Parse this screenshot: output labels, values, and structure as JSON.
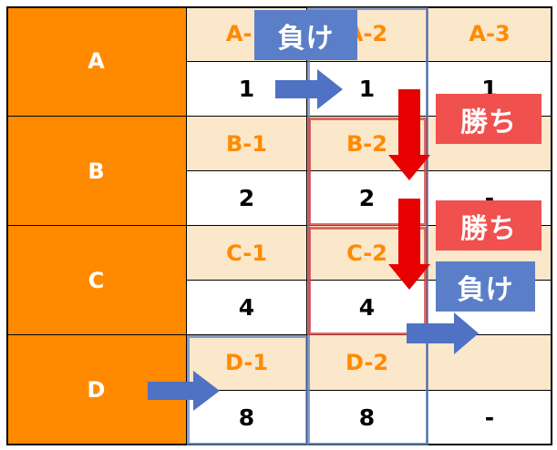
{
  "rows": [
    {
      "label": "A",
      "cells": [
        {
          "label": "A-1",
          "value": "1"
        },
        {
          "label": "A-2",
          "value": "1"
        },
        {
          "label": "A-3",
          "value": "1"
        }
      ]
    },
    {
      "label": "B",
      "cells": [
        {
          "label": "B-1",
          "value": "2"
        },
        {
          "label": "B-2",
          "value": "2"
        },
        {
          "label": "",
          "value": "-"
        }
      ]
    },
    {
      "label": "C",
      "cells": [
        {
          "label": "C-1",
          "value": "4"
        },
        {
          "label": "C-2",
          "value": "4"
        },
        {
          "label": "",
          "value": "-"
        }
      ]
    },
    {
      "label": "D",
      "cells": [
        {
          "label": "D-1",
          "value": "8"
        },
        {
          "label": "D-2",
          "value": "8"
        },
        {
          "label": "",
          "value": "-"
        }
      ]
    }
  ],
  "callouts": {
    "lose_top": "負け",
    "win_1": "勝ち",
    "win_2": "勝ち",
    "lose_mid": "負け"
  },
  "colors": {
    "row_header": "#ff8a00",
    "label_bg": "#fbe7c9",
    "win_arrow": "#e60000",
    "blue_arrow": "#4f72c4"
  },
  "icons": [
    "arrow-right-icon",
    "arrow-down-icon"
  ]
}
